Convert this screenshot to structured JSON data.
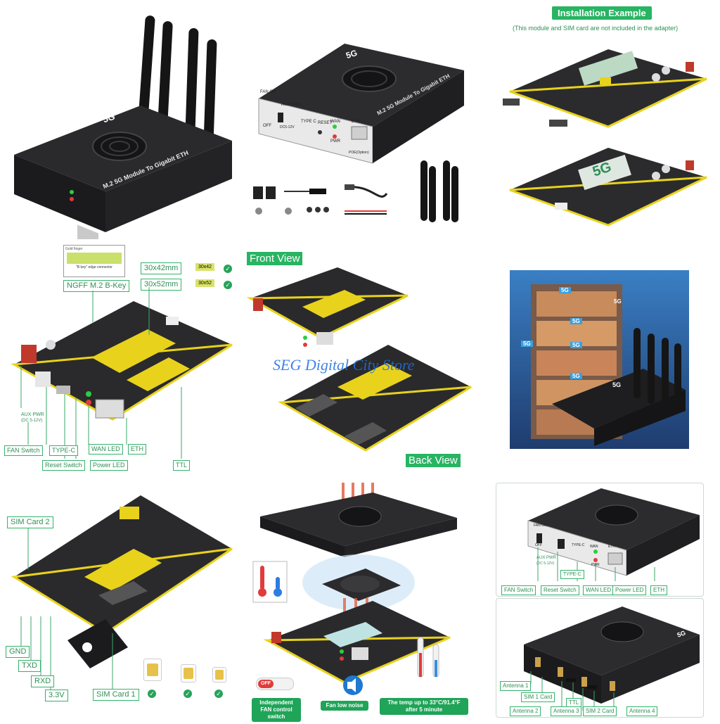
{
  "watermark": "SEG Digital City Store",
  "panel1": {
    "device_text": "M.2 5G Module To Gigabit ETH",
    "badge": "5G"
  },
  "panel2": {
    "device_text": "M.2 5G Module To Gigabit ETH",
    "badge": "5G",
    "fan_on": "FAN ON",
    "fan_off": "OFF",
    "aux_pwr": "AUX PWR",
    "aux_dc": "DC5-12V",
    "type_c": "TYPE C",
    "reset": "RESET",
    "wan": "WAN",
    "pwr": "PWR",
    "eth": "ETH",
    "poe": "POE(Option)"
  },
  "panel3": {
    "title": "Installation Example",
    "note": "(This module and SIM card are not included in the adapter)",
    "module_label": "5G"
  },
  "panel4": {
    "key_box_caption": "\"B key\" edge connector",
    "key_box_top": "Gold finger",
    "ngff": "NGFF M.2 B-Key",
    "size1": "30x42mm",
    "size1_chip": "30x42",
    "size2": "30x52mm",
    "size2_chip": "30x52",
    "aux_pwr": "AUX PWR",
    "aux_dc": "(DC 5-12V)",
    "fan_switch": "FAN Switch",
    "type_c": "TYPE-C",
    "reset_switch": "Reset Switch",
    "wan_led": "WAN LED",
    "eth": "ETH",
    "power_led": "Power  LED",
    "ttl": "TTL"
  },
  "panel5": {
    "front": "Front View",
    "back": "Back View"
  },
  "panel6": {
    "tag1": "5G",
    "tag2": "5G",
    "tag3": "5G",
    "tag4": "5G",
    "tag5": "5G",
    "tag6": "5G",
    "badge": "5G"
  },
  "panel7": {
    "sim2": "SIM  Card 2",
    "gnd": "GND",
    "txd": "TXD",
    "rxd": "RXD",
    "v33": "3.3V",
    "sim1": "SIM  Card 1"
  },
  "panel8": {
    "off": "OFF",
    "feat1": "Independent FAN control switch",
    "feat2": "Fan low noise",
    "feat3": "The temp up to 33°C/91.4°F after 5 minute"
  },
  "panel9": {
    "fan_on": "FAN ON",
    "off": "OFF",
    "aux_pwr": "AUX PWR",
    "aux_dc": "(DC 5-12V)",
    "type_c": "TYPE-C",
    "wan": "WAN",
    "pwr": "PWR",
    "eth": "ETH",
    "fan_switch": "FAN  Switch",
    "reset_switch": "Reset Switch",
    "wan_led": "WAN LED",
    "power_led": "Power  LED",
    "eth_lbl": "ETH"
  },
  "panel10": {
    "antenna1": "Antenna 1",
    "sim1": "SIM 1 Card",
    "antenna2": "Antenna 2",
    "ttl": "TTL",
    "antenna3": "Antenna 3",
    "sim2": "SIM 2 Card",
    "antenna4": "Antenna 4",
    "badge": "5G"
  }
}
